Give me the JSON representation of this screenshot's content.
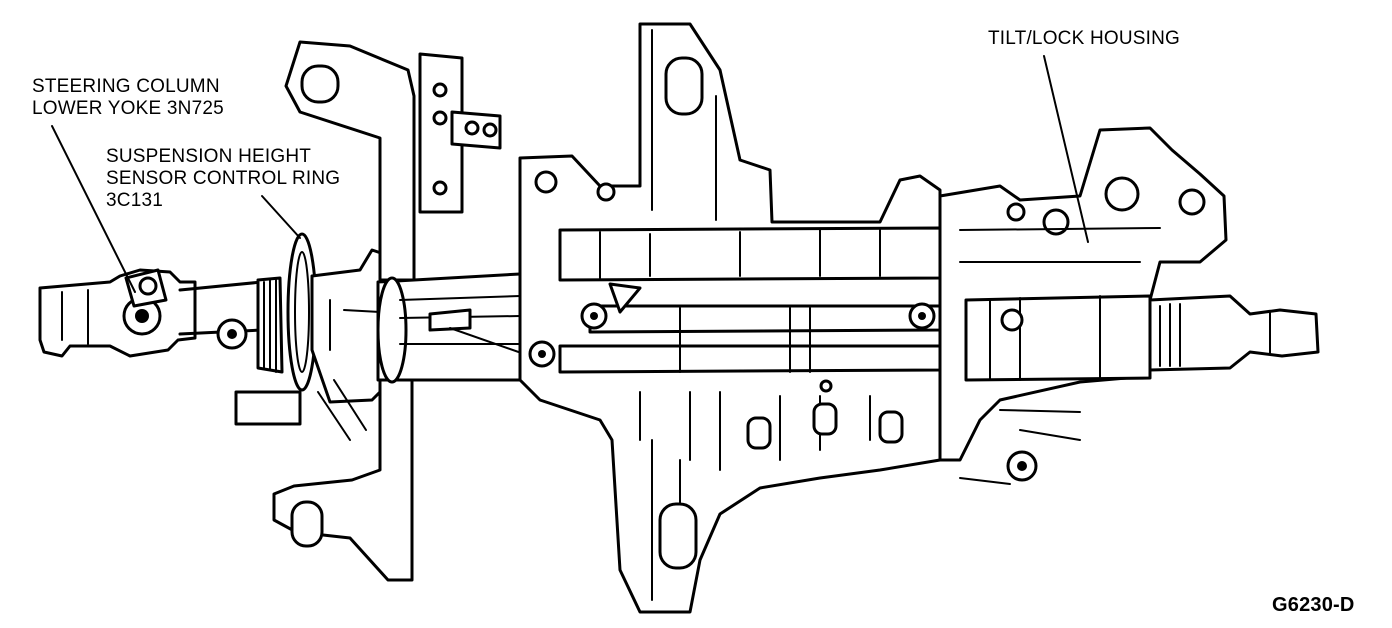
{
  "labels": {
    "lower_yoke": "STEERING COLUMN\nLOWER YOKE 3N725",
    "control_ring": "SUSPENSION HEIGHT\nSENSOR CONTROL RING\n3C131",
    "tilt_lock": "TILT/LOCK HOUSING",
    "figure_id": "G6230-D"
  },
  "colors": {
    "ink": "#000000",
    "paper": "#ffffff"
  }
}
